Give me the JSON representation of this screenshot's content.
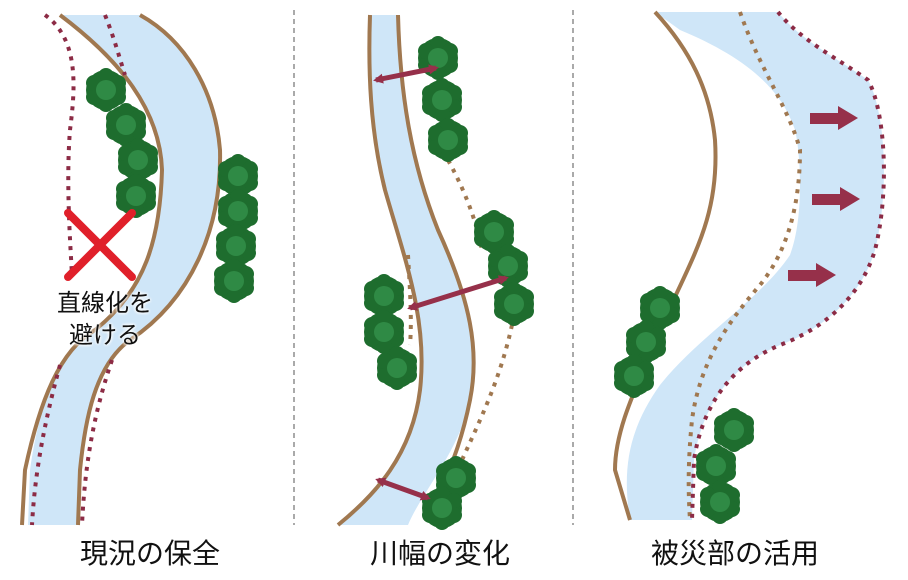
{
  "panels": [
    {
      "caption": "現況の保全",
      "annotation_lines": [
        "直線化を",
        "避ける"
      ]
    },
    {
      "caption": "川幅の変化"
    },
    {
      "caption": "被災部の活用"
    }
  ],
  "colors": {
    "water": "#cfe6f8",
    "bank": "#a07850",
    "old_bank_dotted": "#8c2b45",
    "new_bank_dotted": "#a07850",
    "arrow": "#96304a",
    "cross": "#e0202a",
    "tree_outer": "#1e6d2e",
    "tree_inner": "#2f8a45",
    "divider": "#555555"
  },
  "icons": [
    "tree-icon",
    "cross-icon",
    "double-arrow-icon",
    "right-arrow-icon"
  ]
}
